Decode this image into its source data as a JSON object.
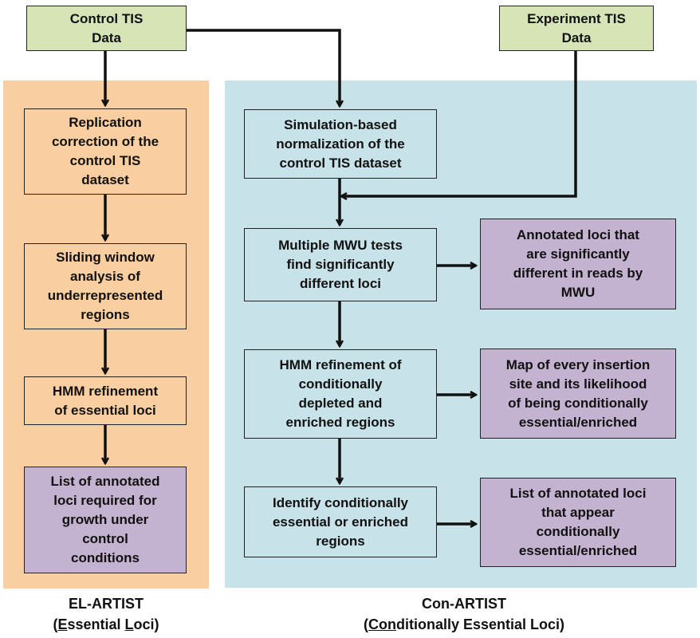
{
  "nodes": {
    "control_tis": "Control TIS\nData",
    "experiment_tis": "Experiment TIS\nData",
    "replication": "Replication\ncorrection of  the\ncontrol TIS\ndataset",
    "sliding": "Sliding window\nanalysis of\nunderrepresented\nregions",
    "hmm_essential": "HMM refinement\nof essential loci",
    "list_control": "List of annotated\nloci required for\ngrowth under\ncontrol\nconditions",
    "simulation": "Simulation-based\nnormalization of the\ncontrol TIS dataset",
    "mwu_tests": "Multiple MWU tests\nfind significantly\ndifferent loci",
    "annotated_mwu": "Annotated loci that\nare significantly\ndifferent in reads by\nMWU",
    "hmm_conditional": "HMM refinement of\nconditionally\ndepleted and\nenriched regions",
    "map_insertion": "Map of every insertion\nsite and its likelihood\nof being conditionally\nessential/enriched",
    "identify": "Identify conditionally\nessential or enriched\nregions",
    "list_conditional": "List of annotated loci\nthat appear\nconditionally\nessential/enriched"
  },
  "captions": {
    "el_artist_title": "EL-ARTIST",
    "el_artist_open": "(",
    "el_artist_E": "E",
    "el_artist_mid": "ssential ",
    "el_artist_L": "L",
    "el_artist_close": "oci)",
    "con_artist_title": "Con-ARTIST",
    "con_artist_open": "(",
    "con_artist_Con": "Con",
    "con_artist_rest": "ditionally Essential Loci)"
  },
  "colors": {
    "green": "#d6e4b8",
    "orange": "#f9cfa1",
    "teal": "#c7e2e8",
    "purple": "#c3b2d0"
  }
}
